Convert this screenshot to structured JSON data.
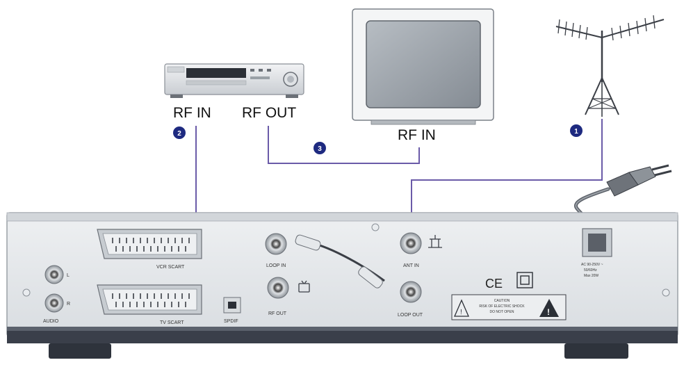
{
  "labels": {
    "vcr_rf_in": "RF IN",
    "vcr_rf_out": "RF OUT",
    "tv_rf_in": "RF IN"
  },
  "badges": [
    "1",
    "2",
    "3"
  ],
  "panel": {
    "audio_l": "L",
    "audio_r": "R",
    "audio": "AUDIO",
    "vcr_scart": "VCR SCART",
    "tv_scart": "TV SCART",
    "spdif": "SPDIF",
    "loop_in": "LOOP IN",
    "rf_out": "RF OUT",
    "ant_in": "ANT IN",
    "loop_out": "LOOP OUT",
    "ce_mark": "CE",
    "power_rating": [
      "AC 90-250V ~",
      "50/60Hz",
      "Max 20W"
    ],
    "caution_lines": [
      "CAUTION",
      "RISK OF ELECTRIC SHOCK",
      "DO NOT OPEN"
    ]
  },
  "colors": {
    "cable": "#6a5aa8",
    "badge": "#1e2a80",
    "panel": "#e4e7ea",
    "panel_edge": "#b9bec4",
    "base": "#3a3f4a"
  }
}
